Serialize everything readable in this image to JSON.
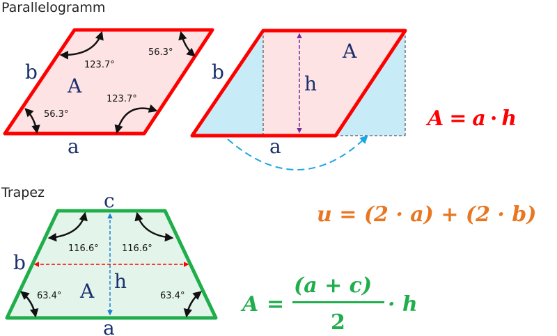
{
  "parallelogram": {
    "title": "Parallelogramm",
    "labels": {
      "a": "a",
      "b": "b",
      "A": "A",
      "h": "h"
    },
    "angles": [
      "123.7°",
      "56.3°",
      "123.7°",
      "56.3°"
    ],
    "formula": {
      "lhs": "A",
      "eq": "=",
      "a": "a",
      "dot": "·",
      "h": "h"
    }
  },
  "trapezoid": {
    "title": "Trapez",
    "labels": {
      "a": "a",
      "b": "b",
      "c": "c",
      "A": "A",
      "h": "h"
    },
    "angles": [
      "116.6°",
      "116.6°",
      "63.4°",
      "63.4°"
    ],
    "perimeter_formula": "u = (2 · a) + (2 · b)",
    "area_formula": {
      "lhs": "A",
      "eq": "=",
      "numerator": "(a + c)",
      "denominator": "2",
      "tail": "· h"
    }
  },
  "colors": {
    "red": "#ff0000",
    "green": "#1fae4b",
    "orange": "#e87722",
    "blue": "#1aa6e6",
    "navy": "#1a2f6b"
  }
}
